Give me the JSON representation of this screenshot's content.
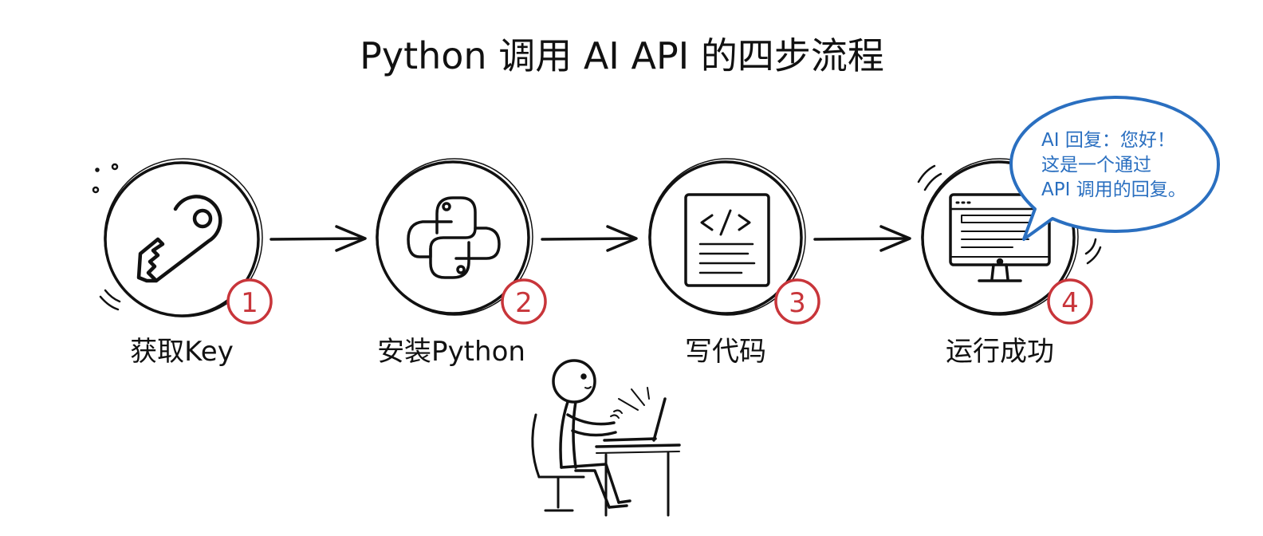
{
  "title": "Python 调用 AI API 的四步流程",
  "steps": [
    {
      "number": "1",
      "label": "获取Key",
      "icon": "key-icon"
    },
    {
      "number": "2",
      "label": "安装Python",
      "icon": "python-logo-icon"
    },
    {
      "number": "3",
      "label": "写代码",
      "icon": "code-document-icon"
    },
    {
      "number": "4",
      "label": "运行成功",
      "icon": "monitor-icon"
    }
  ],
  "bubble": {
    "lines": [
      "AI 回复：您好！",
      "这是一个通过",
      "API 调用的回复。"
    ]
  },
  "figure_icon": "person-typing-on-laptop-icon",
  "colors": {
    "ink": "#111111",
    "step_number": "#c8353a",
    "bubble": "#2a6fc0"
  }
}
